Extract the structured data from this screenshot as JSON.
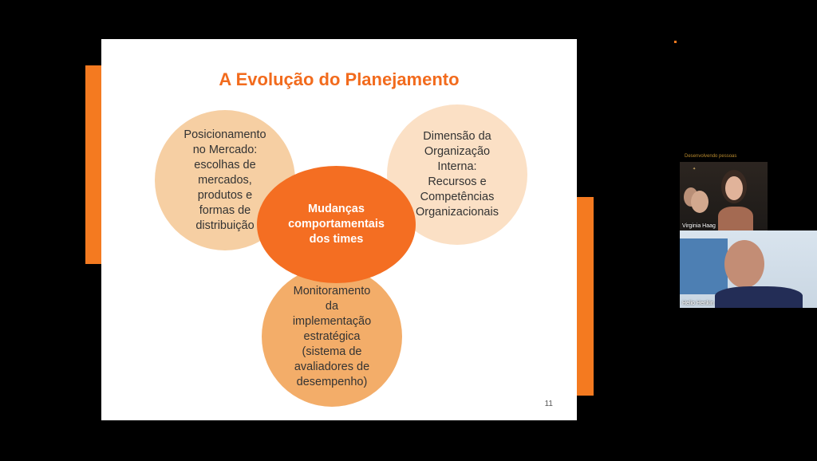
{
  "slide": {
    "title": "A Evolução do Planejamento",
    "circles": {
      "left": "Posicionamento\nno Mercado:\nescolhas de\nmercados,\nprodutos e\nformas de\ndistribuição",
      "right": "Dimensão da\nOrganização\nInterna:\nRecursos e\nCompetências\nOrganizacionais",
      "center": "Mudanças\ncomportamentais\ndos times",
      "bottom": "Monitoramento\nda\nimplementação\nestratégica\n(sistema de\navaliadores de\ndesempenho)"
    },
    "page_number": "11"
  },
  "participants": {
    "brand_caption": "Desenvolvendo pessoas",
    "tiles": [
      {
        "name": "Virginia Haag"
      },
      {
        "name": "Helio Henkin"
      }
    ]
  },
  "colors": {
    "accent": "#f47a20",
    "title": "#f26b1d",
    "circle_left": "#f6cfa3",
    "circle_right": "#fbe0c5",
    "circle_bottom": "#f3ad69",
    "circle_center": "#f46e22"
  }
}
